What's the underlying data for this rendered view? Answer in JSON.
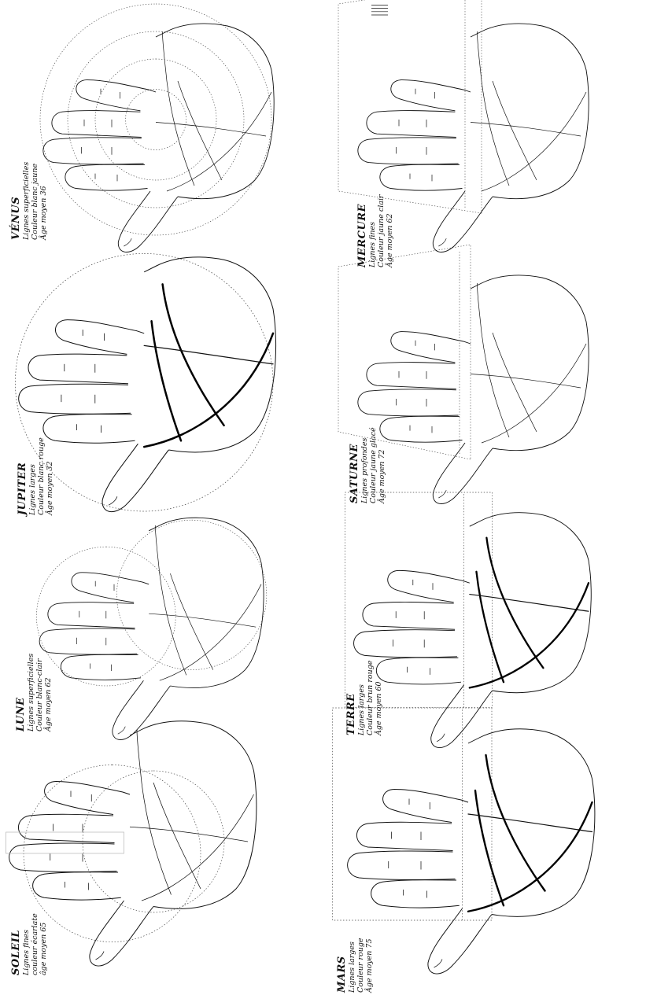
{
  "plates": [
    {
      "key": "soleil",
      "name": "SOLEIL",
      "lines": [
        "Lignes fines",
        "couleur écarlate",
        "âge moyen 65"
      ]
    },
    {
      "key": "lune",
      "name": "LUNE",
      "lines": [
        "Lignes superficielles",
        "Couleur blanc-clair",
        "Âge moyen 62"
      ]
    },
    {
      "key": "jupiter",
      "name": "JUPITER",
      "lines": [
        "Lignes larges",
        "Couleur blanc rouge",
        "Âge moyen 32"
      ]
    },
    {
      "key": "venus",
      "name": "VÉNUS",
      "lines": [
        "Lignes superficielles",
        "Couleur blanc jaune",
        "Âge moyen 36"
      ]
    },
    {
      "key": "mars",
      "name": "MARS",
      "lines": [
        "Lignes larges",
        "Couleur rouge",
        "Âge moyen 75"
      ]
    },
    {
      "key": "terre",
      "name": "TERRE",
      "lines": [
        "Lignes larges",
        "Couleur brun rouge",
        "Âge moyen 60"
      ]
    },
    {
      "key": "saturne",
      "name": "SATURNE",
      "lines": [
        "Lignes profondes",
        "Couleur jaune glacé",
        "Âge moyen 72"
      ]
    },
    {
      "key": "mercure",
      "name": "MERCURE",
      "lines": [
        "Lignes fines",
        "Couleur jaune clair",
        "Âge moyen 62"
      ]
    }
  ]
}
